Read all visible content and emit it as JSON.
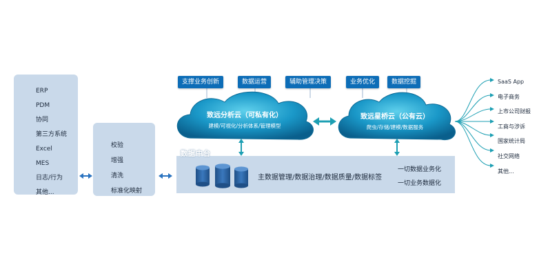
{
  "sources": {
    "items": [
      "ERP",
      "PDM",
      "协同",
      "第三方系统",
      "Excel",
      "MES",
      "日志/行为",
      "其他..."
    ]
  },
  "processing": {
    "items": [
      "校验",
      "增强",
      "清洗",
      "标准化映射"
    ]
  },
  "top_tags": [
    "支撑业务创新",
    "数据运营",
    "辅助管理决策",
    "业务优化",
    "数据挖掘"
  ],
  "private_cloud": {
    "title": "致远分析云（可私有化）",
    "subtitle": "建模/可视化/分析体系/管理模型"
  },
  "public_cloud": {
    "title": "致远星桥云（公有云）",
    "subtitle": "爬虫/存储/建模/数据服务"
  },
  "platform": {
    "label": "数据中台",
    "main": "主数据管理/数据治理/数据质量/数据标签",
    "right": [
      "一切数据业务化",
      "一切业务数据化"
    ]
  },
  "external": {
    "items": [
      "SaaS App",
      "电子商务",
      "上市公司财报",
      "工商与涉诉",
      "国家统计局",
      "社交网络",
      "其他..."
    ]
  },
  "colors": {
    "box_fill": "#c9d9ea",
    "accent_blue": "#0d6db7",
    "cloud_dark": "#0a6f9a",
    "cloud_light": "#36b5d9",
    "connector": "#2a73c0",
    "teal_arrow": "#1d9fb3"
  }
}
